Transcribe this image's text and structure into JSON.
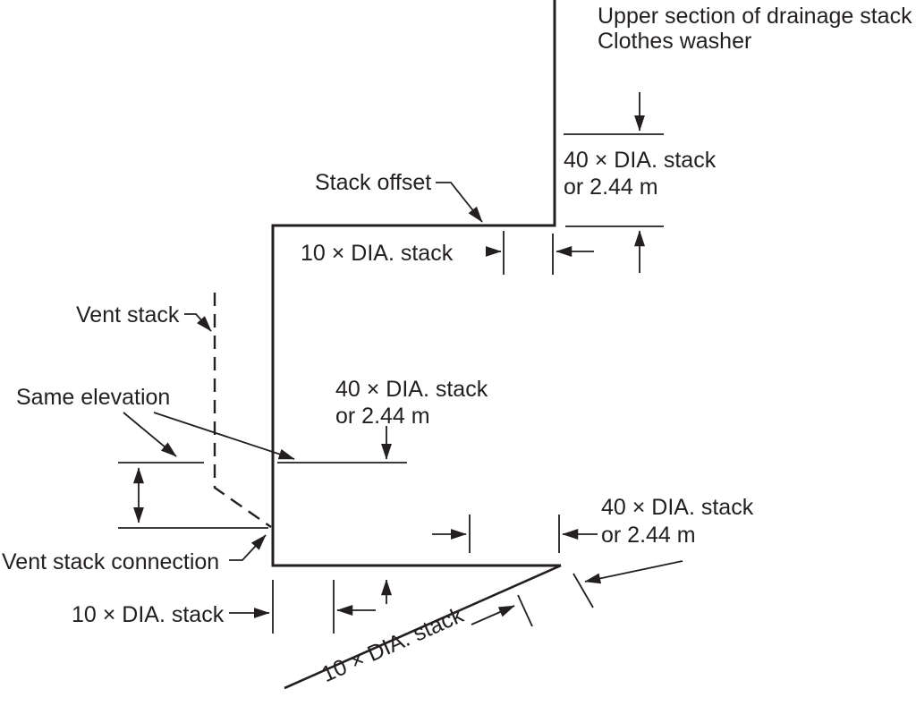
{
  "labels": {
    "upper_section": "Upper section of drainage stack",
    "clothes_washer": "Clothes washer",
    "stack_offset": "Stack offset",
    "vent_stack": "Vent stack",
    "same_elevation": "Same elevation",
    "vent_stack_connection": "Vent stack connection"
  },
  "dimensions": {
    "dia40_line1": "40 × DIA. stack",
    "dia40_line2": "or 2.44 m",
    "dia10": "10 × DIA. stack"
  },
  "colors": {
    "line": "#231f20",
    "background": "#ffffff"
  }
}
